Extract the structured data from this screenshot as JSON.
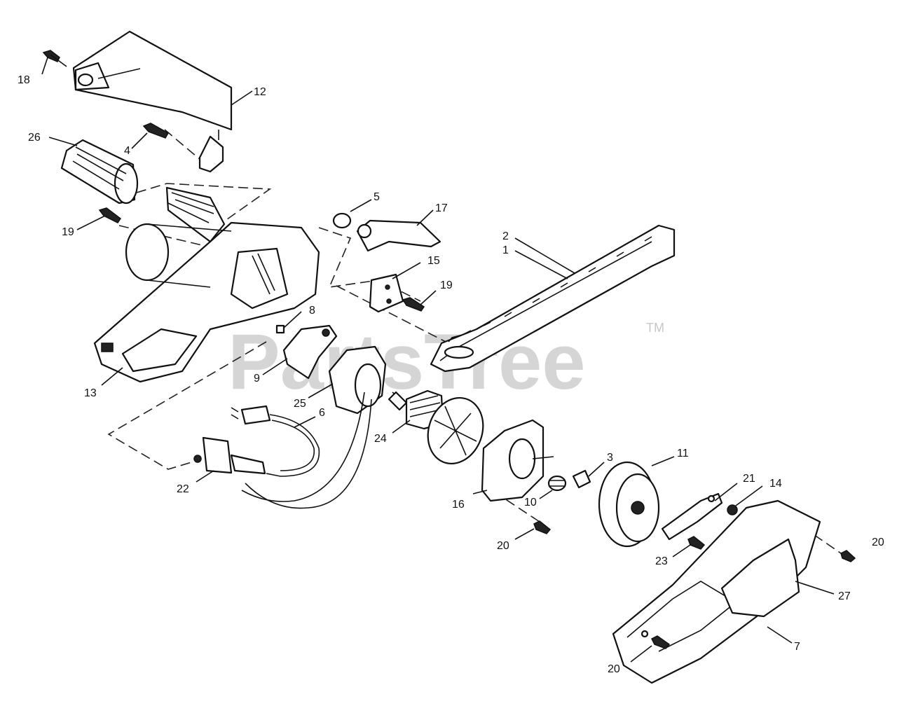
{
  "watermark": {
    "text": "PartsTree",
    "mark": "TM"
  },
  "labels": [
    {
      "id": "lbl-18",
      "text": "18"
    },
    {
      "id": "lbl-12",
      "text": "12"
    },
    {
      "id": "lbl-26",
      "text": "26"
    },
    {
      "id": "lbl-4",
      "text": "4"
    },
    {
      "id": "lbl-5",
      "text": "5"
    },
    {
      "id": "lbl-17",
      "text": "17"
    },
    {
      "id": "lbl-19a",
      "text": "19"
    },
    {
      "id": "lbl-2",
      "text": "2"
    },
    {
      "id": "lbl-1",
      "text": "1"
    },
    {
      "id": "lbl-15",
      "text": "15"
    },
    {
      "id": "lbl-19b",
      "text": "19"
    },
    {
      "id": "lbl-8",
      "text": "8"
    },
    {
      "id": "lbl-13",
      "text": "13"
    },
    {
      "id": "lbl-9",
      "text": "9"
    },
    {
      "id": "lbl-25",
      "text": "25"
    },
    {
      "id": "lbl-6",
      "text": "6"
    },
    {
      "id": "lbl-24",
      "text": "24"
    },
    {
      "id": "lbl-3",
      "text": "3"
    },
    {
      "id": "lbl-11",
      "text": "11"
    },
    {
      "id": "lbl-21",
      "text": "21"
    },
    {
      "id": "lbl-14",
      "text": "14"
    },
    {
      "id": "lbl-22",
      "text": "22"
    },
    {
      "id": "lbl-16",
      "text": "16"
    },
    {
      "id": "lbl-10",
      "text": "10"
    },
    {
      "id": "lbl-20a",
      "text": "20"
    },
    {
      "id": "lbl-20b",
      "text": "20"
    },
    {
      "id": "lbl-23",
      "text": "23"
    },
    {
      "id": "lbl-27",
      "text": "27"
    },
    {
      "id": "lbl-7",
      "text": "7"
    },
    {
      "id": "lbl-20c",
      "text": "20"
    }
  ]
}
